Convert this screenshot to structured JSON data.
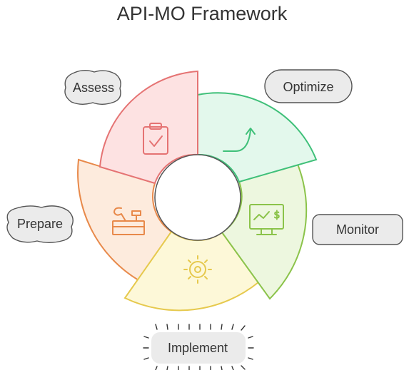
{
  "title": "API-MO Framework",
  "stages": [
    {
      "label": "Assess",
      "icon": "clipboard-check-icon",
      "fill": "#fde2e2",
      "stroke": "#e57373"
    },
    {
      "label": "Optimize",
      "icon": "arrow-up-curve-icon",
      "fill": "#e3f8ec",
      "stroke": "#3fc079"
    },
    {
      "label": "Monitor",
      "icon": "monitor-dollar-icon",
      "fill": "#edf7df",
      "stroke": "#8bc34a"
    },
    {
      "label": "Implement",
      "icon": "gear-icon",
      "fill": "#fdf8d8",
      "stroke": "#e6c94d"
    },
    {
      "label": "Prepare",
      "icon": "toolbox-icon",
      "fill": "#fdebdd",
      "stroke": "#e8894a"
    }
  ]
}
